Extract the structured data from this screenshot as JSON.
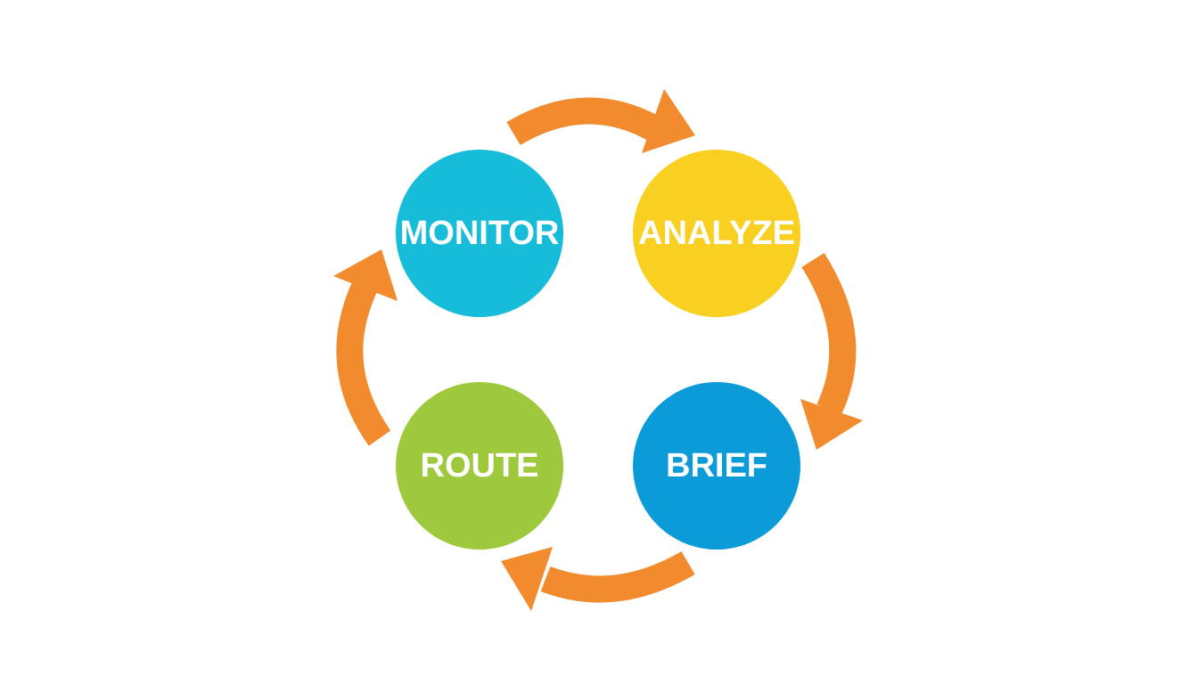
{
  "diagram": {
    "nodes": [
      {
        "id": "monitor",
        "label": "MONITOR",
        "color": "#16BCD8"
      },
      {
        "id": "analyze",
        "label": "ANALYZE",
        "color": "#F9D022"
      },
      {
        "id": "brief",
        "label": "BRIEF",
        "color": "#0A9BD8"
      },
      {
        "id": "route",
        "label": "ROUTE",
        "color": "#9FC93C"
      }
    ],
    "edges": [
      {
        "from": "monitor",
        "to": "analyze"
      },
      {
        "from": "analyze",
        "to": "brief"
      },
      {
        "from": "brief",
        "to": "route"
      },
      {
        "from": "route",
        "to": "monitor"
      }
    ],
    "arrow_color": "#F28A2E",
    "background": "#FFFFFF"
  }
}
